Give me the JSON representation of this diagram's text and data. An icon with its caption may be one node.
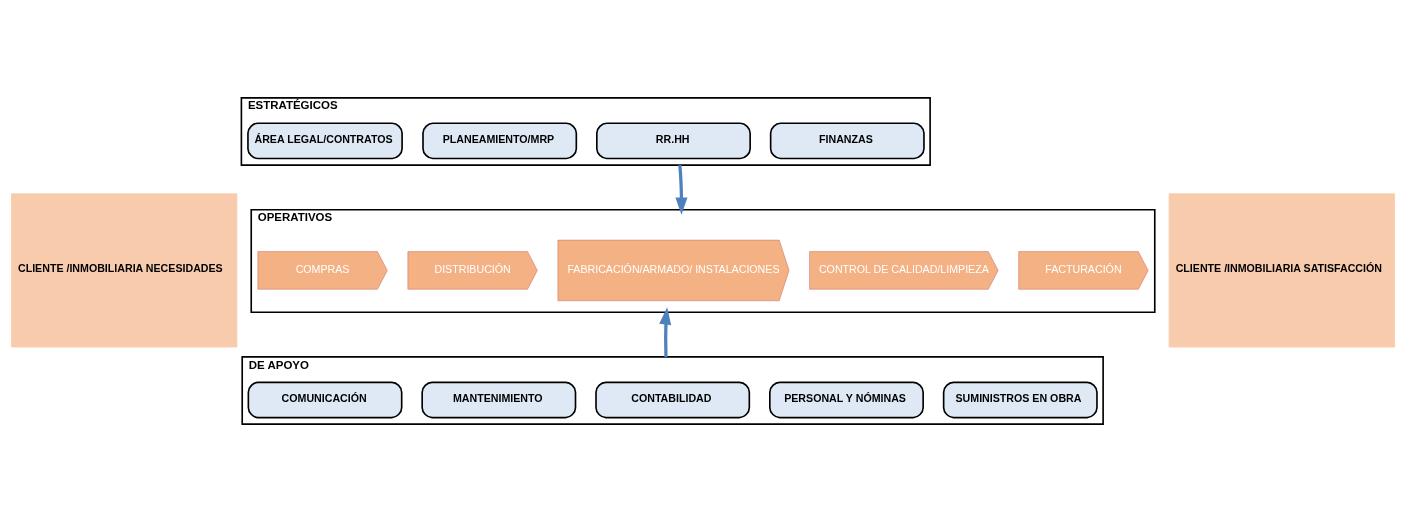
{
  "diagram": {
    "nodes": [
      {
        "text": [
          "CLIENTE /INMOBILIARIA NECESIDADES"
        ]
      },
      {
        "text": [
          "ESTRATÉGICOS"
        ]
      },
      {
        "text": [
          "ÁREA LEGAL/CONTRATOS"
        ],
        "in": 1
      },
      {
        "text": [
          "PLANEAMIENTO/MRP"
        ],
        "in": 1
      },
      {
        "text": [
          "RR.HH"
        ],
        "in": 1
      },
      {
        "text": [
          "FINANZAS"
        ],
        "in": 1
      },
      {
        "text": [
          "OPERATIVOS"
        ]
      },
      {
        "text": [
          "COMPRAS"
        ],
        "in": 6
      },
      {
        "text": [
          "DISTRIBUCIÓN"
        ],
        "in": 6
      },
      {
        "text": [
          "FABRICACIÓN/ARMADO/ INSTALACIONES"
        ],
        "in": 6
      },
      {
        "text": [
          "CONTROL DE CALIDAD/LIMPIEZA"
        ],
        "in": 6
      },
      {
        "text": [
          "FACTURACIÓN"
        ],
        "in": 6
      },
      {
        "text": [
          "DE APOYO"
        ]
      },
      {
        "text": [
          "COMUNICACIÓN"
        ],
        "in": 12
      },
      {
        "text": [
          "MANTENIMIENTO"
        ],
        "in": 12
      },
      {
        "text": [
          "CONTABILIDAD"
        ],
        "in": 12
      },
      {
        "text": [
          "PERSONAL Y NÓMINAS"
        ],
        "in": 12
      },
      {
        "text": [
          "SUMINISTROS EN OBRA"
        ],
        "in": 12
      },
      {
        "text": [
          "CLIENTE /INMOBILIARIA SATISFACCIÓN"
        ]
      }
    ],
    "edges": [
      {
        "from": 1,
        "to": 6,
        "arrow": "to"
      },
      {
        "from": 12,
        "to": 6,
        "arrow": "to"
      }
    ]
  }
}
